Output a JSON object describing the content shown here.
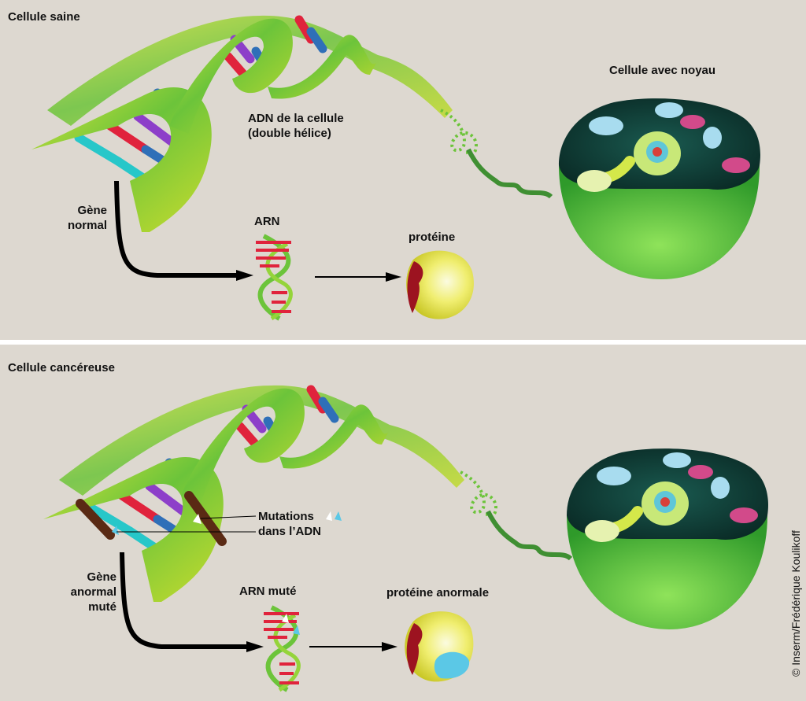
{
  "top": {
    "title": "Cellule saine",
    "dna_label_line1": "ADN de la cellule",
    "dna_label_line2": "(double hélice)",
    "cell_label": "Cellule avec noyau",
    "gene_label_line1": "Gène",
    "gene_label_line2": "normal",
    "rna_label": "ARN",
    "protein_label": "protéine"
  },
  "bottom": {
    "title": "Cellule cancéreuse",
    "mutation_label_line1": "Mutations",
    "mutation_label_line2": "dans l’ADN",
    "gene_label_line1": "Gène",
    "gene_label_line2": "anormal",
    "gene_label_line3": "muté",
    "rna_label": "ARN muté",
    "protein_label": "protéine anormale"
  },
  "credit": "© Inserm/Frédérique Koulikoff",
  "colors": {
    "background": "#ddd8d0",
    "ribbon": "#a9d02a",
    "base_red": "#e0233c",
    "base_blue": "#2f6fb8",
    "base_purple": "#8d3fc9",
    "base_cyan": "#27c7c9",
    "mutated_base": "#5a2a14",
    "protein_yellow": "#e8e43a",
    "protein_red": "#9c1320",
    "protein_cyan": "#5bc8e6",
    "cell_green": "#57c93c",
    "nucleus_dark": "#0e3a33"
  }
}
